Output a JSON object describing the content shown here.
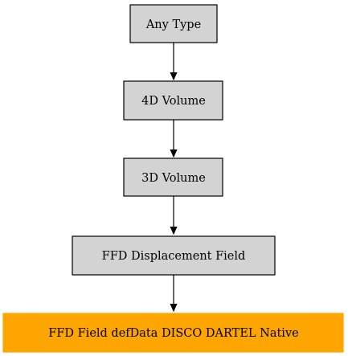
{
  "diagram": {
    "nodes": [
      {
        "id": "any-type",
        "label": "Any Type",
        "fill": "#d3d3d3",
        "stroke": "#000000"
      },
      {
        "id": "4d-volume",
        "label": "4D Volume",
        "fill": "#d3d3d3",
        "stroke": "#000000"
      },
      {
        "id": "3d-volume",
        "label": "3D Volume",
        "fill": "#d3d3d3",
        "stroke": "#000000"
      },
      {
        "id": "ffd-displacement-field",
        "label": "FFD Displacement Field",
        "fill": "#d3d3d3",
        "stroke": "#000000"
      },
      {
        "id": "ffd-field-defdata",
        "label": "FFD Field defData DISCO DARTEL Native",
        "fill": "#ffa500",
        "stroke": "#ffa500"
      }
    ],
    "edges": [
      {
        "from": "any-type",
        "to": "4d-volume"
      },
      {
        "from": "4d-volume",
        "to": "3d-volume"
      },
      {
        "from": "3d-volume",
        "to": "ffd-displacement-field"
      },
      {
        "from": "ffd-displacement-field",
        "to": "ffd-field-defdata"
      }
    ]
  }
}
